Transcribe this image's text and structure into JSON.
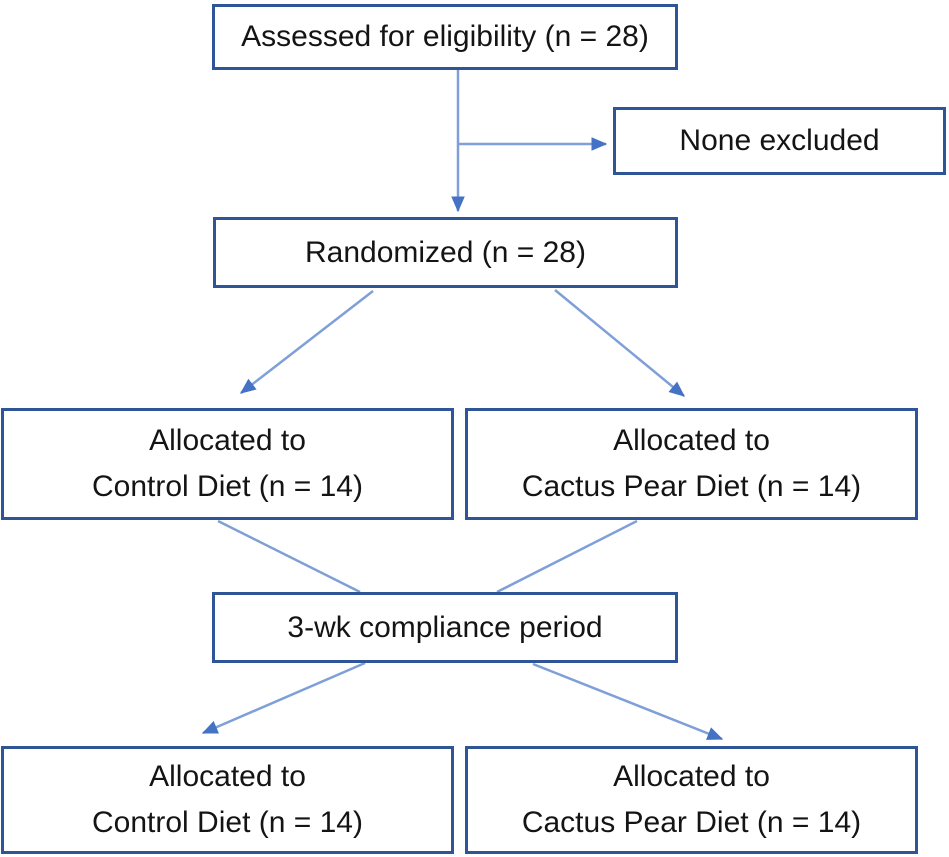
{
  "figure": {
    "type": "flowchart",
    "colors": {
      "box_border": "#2F5597",
      "connector_line": "#7F9FD8",
      "arrowhead": "#4472C4",
      "text": "#141414",
      "background": "#ffffff"
    },
    "nodes": {
      "assessed": {
        "lines": [
          "Assessed for eligibility (n = 28)"
        ]
      },
      "none_excluded": {
        "lines": [
          "None excluded"
        ]
      },
      "randomized": {
        "lines": [
          "Randomized (n = 28)"
        ]
      },
      "allocated_control_1": {
        "lines": [
          "Allocated to",
          "Control Diet (n = 14)"
        ]
      },
      "allocated_cactus_1": {
        "lines": [
          "Allocated to",
          "Cactus Pear Diet (n = 14)"
        ]
      },
      "compliance": {
        "lines": [
          "3-wk compliance period"
        ]
      },
      "allocated_control_2": {
        "lines": [
          "Allocated to",
          "Control Diet (n = 14)"
        ]
      },
      "allocated_cactus_2": {
        "lines": [
          "Allocated to",
          "Cactus Pear Diet (n = 14)"
        ]
      }
    },
    "edges": [
      {
        "from": "assessed",
        "to": "randomized",
        "arrow": true
      },
      {
        "from": "assessed",
        "to": "none_excluded",
        "arrow": true
      },
      {
        "from": "randomized",
        "to": "allocated_control_1",
        "arrow": true
      },
      {
        "from": "randomized",
        "to": "allocated_cactus_1",
        "arrow": true
      },
      {
        "from": "allocated_control_1",
        "to": "compliance",
        "arrow": false
      },
      {
        "from": "allocated_cactus_1",
        "to": "compliance",
        "arrow": false
      },
      {
        "from": "compliance",
        "to": "allocated_control_2",
        "arrow": true
      },
      {
        "from": "compliance",
        "to": "allocated_cactus_2",
        "arrow": true
      }
    ]
  }
}
